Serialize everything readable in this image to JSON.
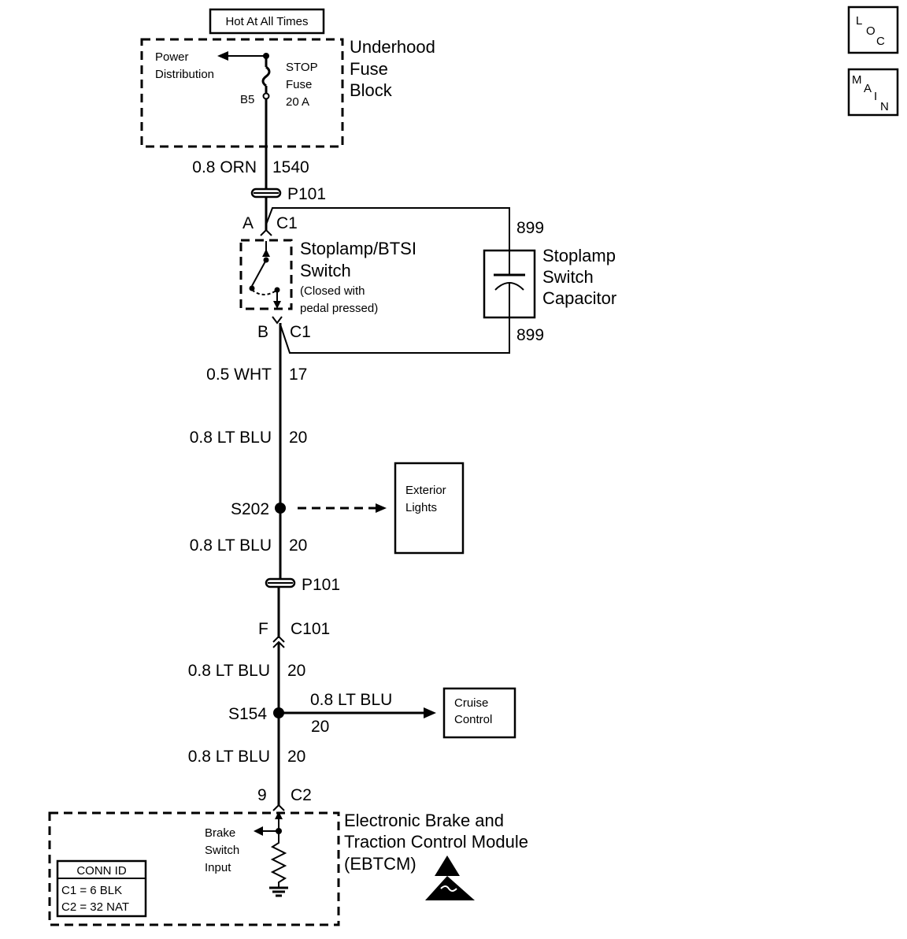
{
  "top_label": "Hot At All Times",
  "fuse_block": {
    "title_lines": [
      "Underhood",
      "Fuse",
      "Block"
    ],
    "power_lines": [
      "Power",
      "Distribution"
    ],
    "fuse_lines": [
      "STOP",
      "Fuse",
      "20 A"
    ],
    "pin": "B5"
  },
  "nav_icons": {
    "loc": [
      "L",
      "O",
      "C"
    ],
    "main": [
      "M",
      "A",
      "I",
      "N"
    ]
  },
  "wires": {
    "w1": {
      "size_color": "0.8 ORN",
      "circuit": "1540"
    },
    "w2": {
      "size_color": "0.5 WHT",
      "circuit": "17"
    },
    "w3": {
      "size_color": "0.8 LT BLU",
      "circuit": "20"
    },
    "w4": {
      "size_color": "0.8 LT BLU",
      "circuit": "20"
    },
    "w5": {
      "size_color": "0.8 LT BLU",
      "circuit": "20"
    },
    "w6": {
      "size_color": "0.8 LT BLU",
      "circuit": "20"
    },
    "branch": {
      "size_color": "0.8 LT BLU",
      "circuit": "20"
    },
    "cap_top": "899",
    "cap_bottom": "899"
  },
  "connectors": {
    "p101_top": "P101",
    "p101_bottom": "P101",
    "c1_a": {
      "pin": "A",
      "name": "C1"
    },
    "c1_b": {
      "pin": "B",
      "name": "C1"
    },
    "c101": {
      "pin": "F",
      "name": "C101"
    },
    "c2": {
      "pin": "9",
      "name": "C2"
    }
  },
  "switch": {
    "lines": [
      "Stoplamp/BTSI",
      "Switch"
    ],
    "note_lines": [
      "(Closed with",
      "pedal pressed)"
    ]
  },
  "capacitor": {
    "lines": [
      "Stoplamp",
      "Switch",
      "Capacitor"
    ]
  },
  "splices": {
    "s202": "S202",
    "s154": "S154"
  },
  "exterior_lights": [
    "Exterior",
    "Lights"
  ],
  "cruise_control": [
    "Cruise",
    "Control"
  ],
  "ebtcm": {
    "lines": [
      "Electronic Brake and",
      "Traction Control Module",
      "(EBTCM)"
    ],
    "input_lines": [
      "Brake",
      "Switch",
      "Input"
    ]
  },
  "conn_id": {
    "title": "CONN ID",
    "rows": [
      "C1 = 6 BLK",
      "C2 = 32 NAT"
    ]
  }
}
